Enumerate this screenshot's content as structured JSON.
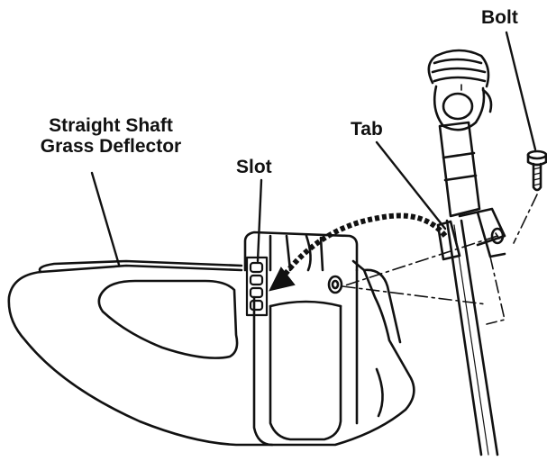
{
  "labels": {
    "deflector_line1": "Straight Shaft",
    "deflector_line2": "Grass Deflector",
    "slot": "Slot",
    "tab": "Tab",
    "bolt": "Bolt"
  },
  "colors": {
    "ink": "#111111",
    "background": "#ffffff"
  }
}
